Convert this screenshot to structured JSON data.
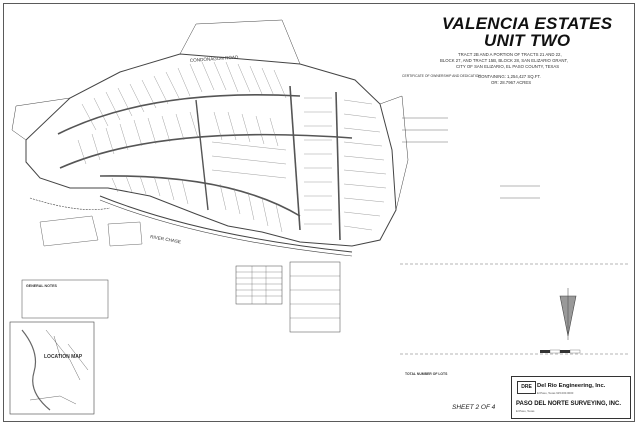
{
  "title": {
    "line1": "VALENCIA ESTATES",
    "line2": "UNIT TWO",
    "desc1": "TRACT 2B AND A PORTION OF TRACTS 21 AND 22,",
    "desc2": "BLOCK 27, AND TRACT 15B, BLOCK 28, SAN ELIZARIO GRANT,",
    "desc3": "CITY OF SAN ELIZARIO, EL PASO COUNTY, TEXAS",
    "area": "CONTAINING: 1,254,427 SQ.FT.",
    "area2": "OR: 28.7967 ACRES"
  },
  "map_labels": {
    "road_top": "CONDONAGON ROAD",
    "road_bottom": "RIVER CHASE",
    "vicinity_map": "LOCATION MAP",
    "general_notes": "GENERAL NOTES",
    "total_numbers": "TOTAL NUMBER OF LOTS",
    "certificate": "CERTIFICATE OF OWNERSHIP AND DEDICATION"
  },
  "title_block": {
    "logo": "DRE",
    "company": "Del Rio Engineering, Inc.",
    "company_sub": "El Paso, Texas  915.000.0000",
    "surveying": "PASO DEL NORTE SURVEYING, INC.",
    "surveying_sub": "El Paso, Texas"
  },
  "sheet": "SHEET 2 OF 4"
}
